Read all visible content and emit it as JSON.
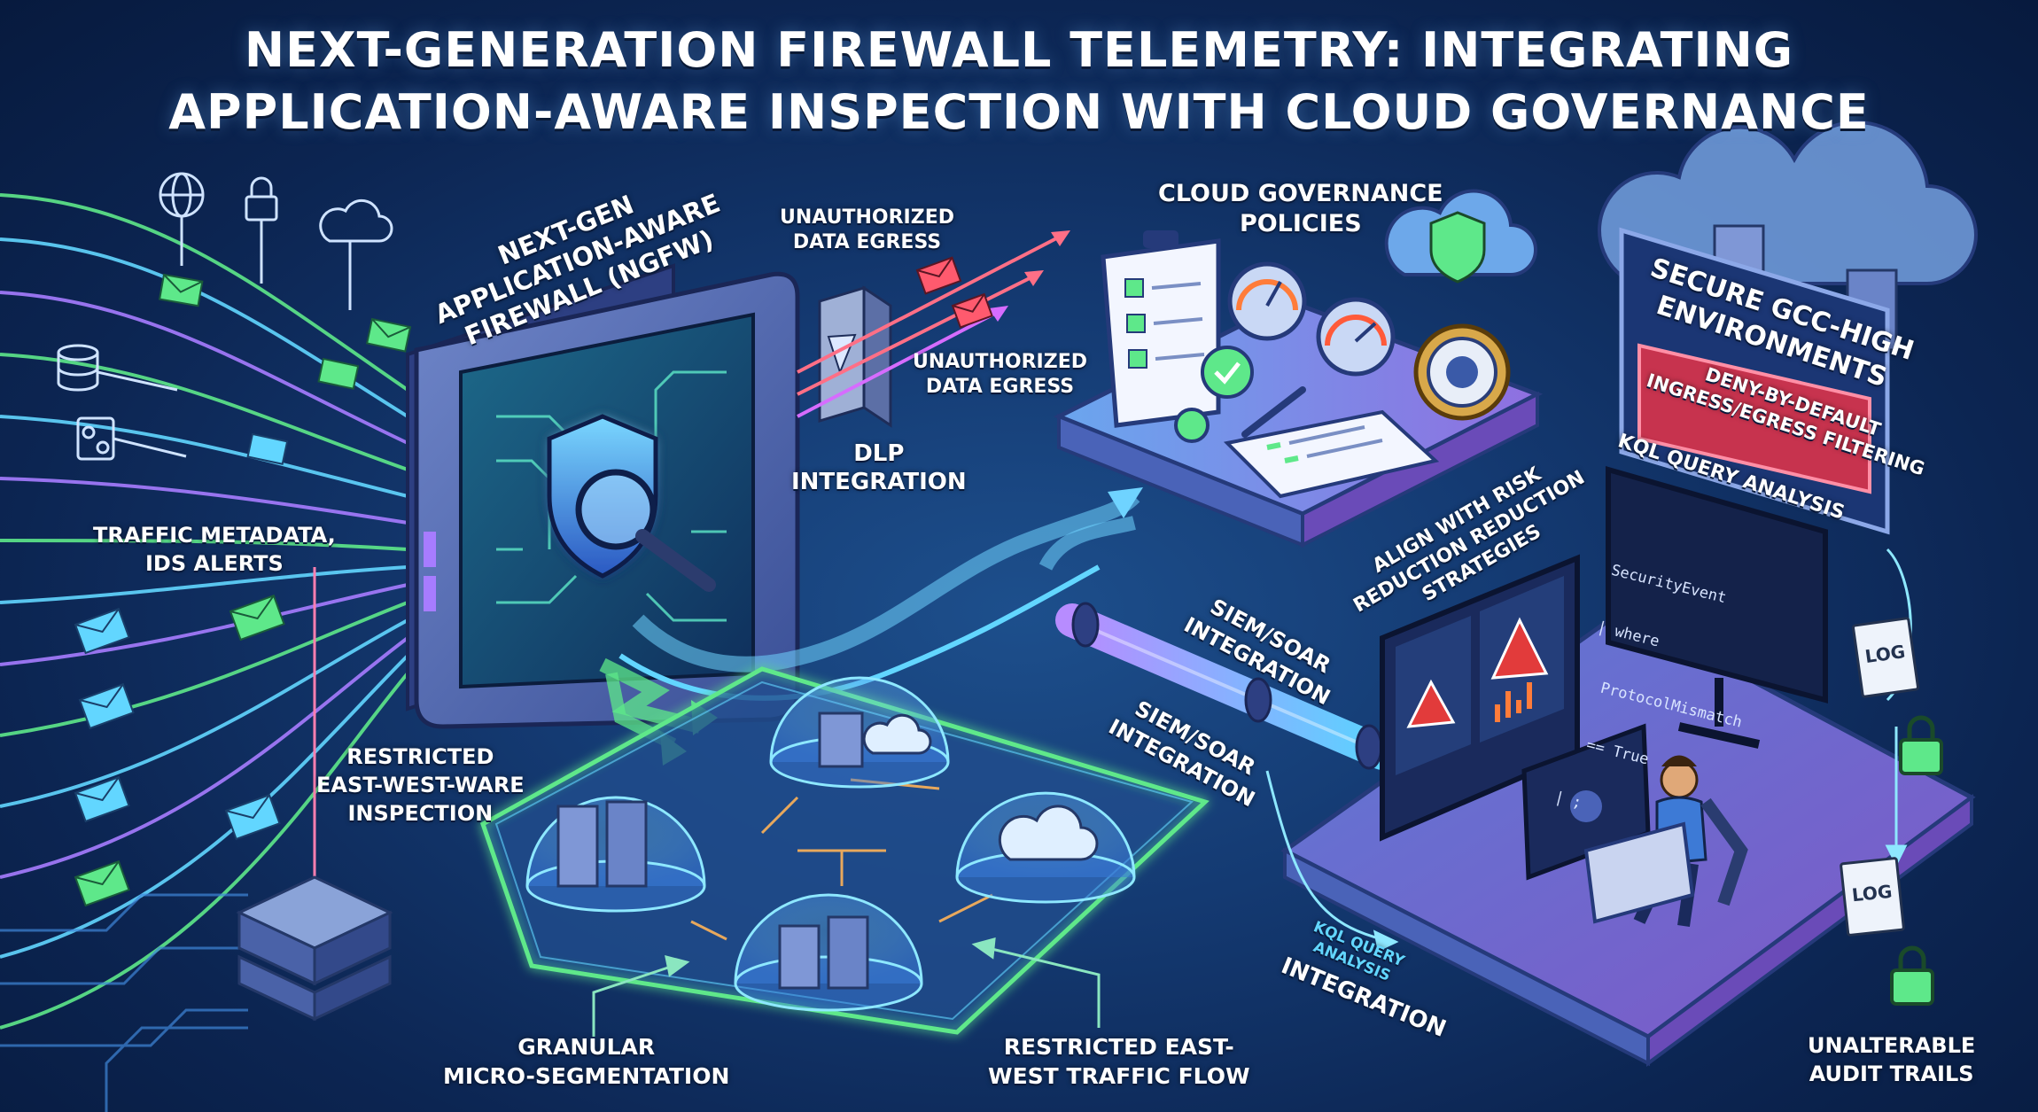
{
  "title": {
    "line1": "NEXT-GENERATION FIREWALL TELEMETRY: INTEGRATING",
    "line2": "APPLICATION-AWARE INSPECTION WITH CLOUD GOVERNANCE"
  },
  "labels": {
    "ngfw": [
      "NEXT-GEN",
      "APPLICATION-AWARE",
      "FIREWALL (NGFW)"
    ],
    "unauth_egress_1": [
      "UNAUTHORIZED",
      "DATA EGRESS"
    ],
    "unauth_egress_2": [
      "UNAUTHORIZED",
      "DATA EGRESS"
    ],
    "dlp": [
      "DLP",
      "INTEGRATION"
    ],
    "cloud_policies": [
      "CLOUD GOVERNANCE",
      "POLICIES"
    ],
    "traffic_metadata": [
      "TRAFFIC METADATA,",
      "IDS ALERTS"
    ],
    "restricted_inspection": [
      "RESTRICTED",
      "EAST-WEST-WARE",
      "INSPECTION"
    ],
    "granular": [
      "GRANULAR",
      "MICRO-SEGMENTATION"
    ],
    "restricted_flow": [
      "RESTRICTED EAST-",
      "WEST TRAFFIC FLOW"
    ],
    "siem_1": [
      "SIEM/SOAR",
      "INTEGRATION"
    ],
    "siem_2": [
      "SIEM/SOAR",
      "INTEGRATION"
    ],
    "align": [
      "ALIGN WITH RISK",
      "REDUCTION REDUCTION",
      "STRATEGIES"
    ],
    "gcc": [
      "SECURE GCC-HIGH",
      "ENVIRONMENTS"
    ],
    "deny": [
      "DENY-BY-DEFAULT",
      "INGRESS/EGRESS FILTERING"
    ],
    "kql_analysis": "KQL QUERY ANALYSIS",
    "kql_integration_small": [
      "KQL QUERY",
      "ANALYSIS"
    ],
    "kql_integration": "INTEGRATION",
    "unalterable": [
      "UNALTERABLE",
      "AUDIT TRAILS"
    ],
    "log": "LOG"
  },
  "kql_code": [
    "SecurityEvent",
    "| where",
    "  ProtocolMismatch",
    "  == True",
    "| ;"
  ],
  "colors": {
    "background": "#143a72",
    "accent_green": "#5ee88a",
    "accent_cyan": "#62d6ff",
    "accent_purple": "#a77cff",
    "alert_red": "#e23b3b",
    "egress_pink": "#ff6f86"
  },
  "icons": [
    "globe-icon",
    "lock-icon",
    "cloud-icon",
    "database-icon",
    "network-map-icon",
    "shield-magnifier-icon",
    "checklist-icon",
    "gauge-icon",
    "seal-icon",
    "server-icon",
    "alert-icon",
    "padlock-icon",
    "envelope-icon",
    "operator-icon"
  ]
}
